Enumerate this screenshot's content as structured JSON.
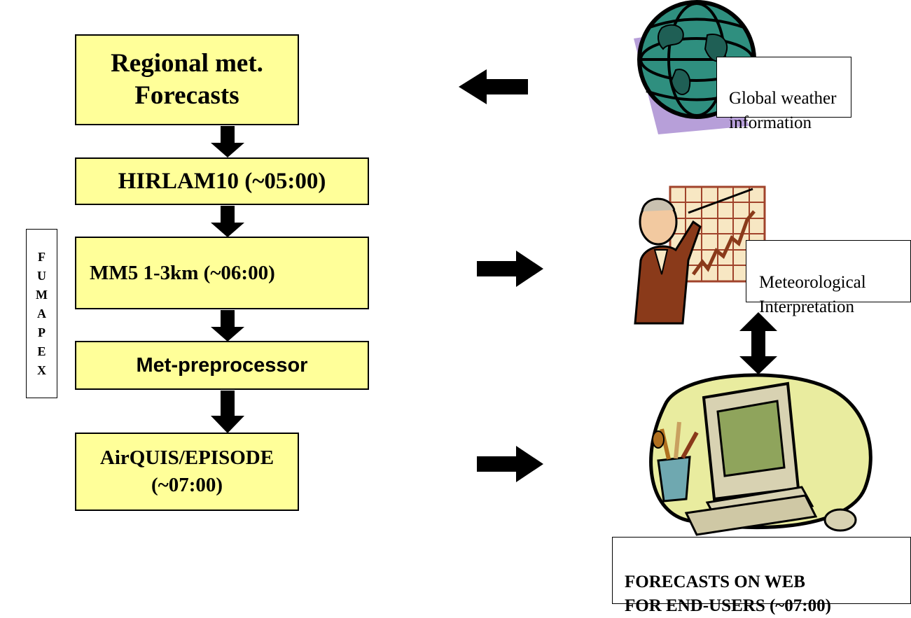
{
  "flow": {
    "box1": "Regional met.\nForecasts",
    "box2": "HIRLAM10 (~05:00)",
    "box3": "MM5 1-3km (~06:00)",
    "box4": "Met-preprocessor",
    "box5": "AirQUIS/EPISODE\n(~07:00)"
  },
  "side_label": [
    "F",
    "U",
    "M",
    "A",
    "P",
    "E",
    "X"
  ],
  "right": {
    "global_label": "Global weather\ninformation",
    "interp_label": "Meteorological\nInterpretation",
    "web_label": "FORECASTS ON WEB\nFOR END-USERS  (~07:00)"
  },
  "colors": {
    "box_fill": "#ffff99",
    "arrow": "#000000",
    "globe": "#2f8f7f",
    "globe_shadow": "#b79fd9",
    "cloud": "#e9ec9f",
    "monitor": "#d8d2b2",
    "screen": "#8fa45c",
    "person": "#8a3a1a",
    "chart_grid": "#a0432b",
    "chart_bg": "#f7e7c3"
  }
}
